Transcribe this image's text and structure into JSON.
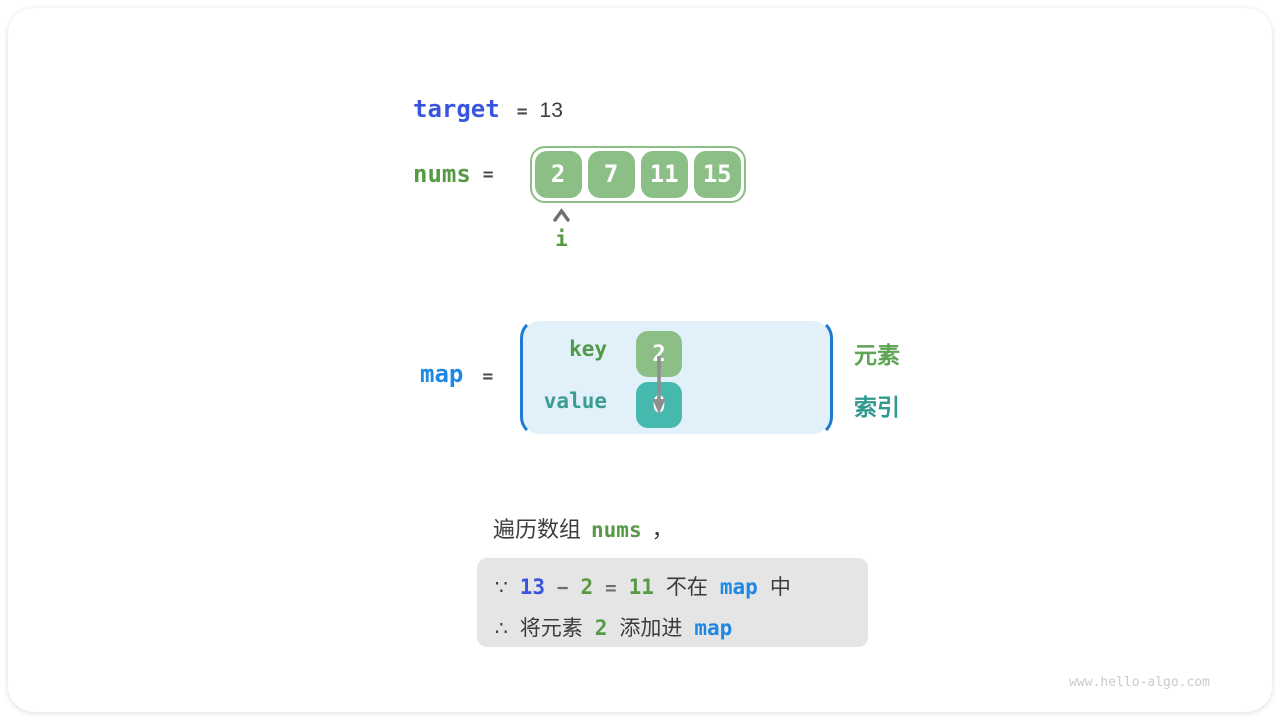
{
  "target_line": {
    "label": "target",
    "eq": "=",
    "value": "13"
  },
  "nums_line": {
    "label": "nums",
    "eq": "=",
    "cells": [
      "2",
      "7",
      "11",
      "15"
    ],
    "pointer_label": "i"
  },
  "map_line": {
    "label": "map",
    "eq": "=",
    "key_label": "key",
    "key_cell": "2",
    "value_label": "value",
    "value_cell": "0",
    "side_label_element": "元素",
    "side_label_index": "索引"
  },
  "caption": {
    "prefix": "遍历数组",
    "code": "nums",
    "comma": "，"
  },
  "reason_box": {
    "line1": {
      "sym": "∵",
      "minuend": "13",
      "minus": "−",
      "subtrahend": "2",
      "eq": "=",
      "difference": "11",
      "text_a": "不在",
      "code": "map",
      "text_b": "中"
    },
    "line2": {
      "sym": "∴",
      "text_a": "将元素",
      "element": "2",
      "text_b": "添加进",
      "code": "map"
    }
  },
  "watermark": "www.hello-algo.com",
  "colors": {
    "royal_blue": "#3954df",
    "azure_blue": "#1e88e5",
    "green_text": "#569a46",
    "teal_text": "#3a9d92",
    "green_fill": "#8bbf85",
    "teal_fill": "#45b9ad",
    "map_bg": "#e2f0fa",
    "map_bracket": "#1d7ad2",
    "note_bg": "#e5e5e5",
    "text_dark": "#3c3c3c",
    "arrow_gray": "#8f8f8f",
    "watermark_gray": "#cbcbcb"
  }
}
